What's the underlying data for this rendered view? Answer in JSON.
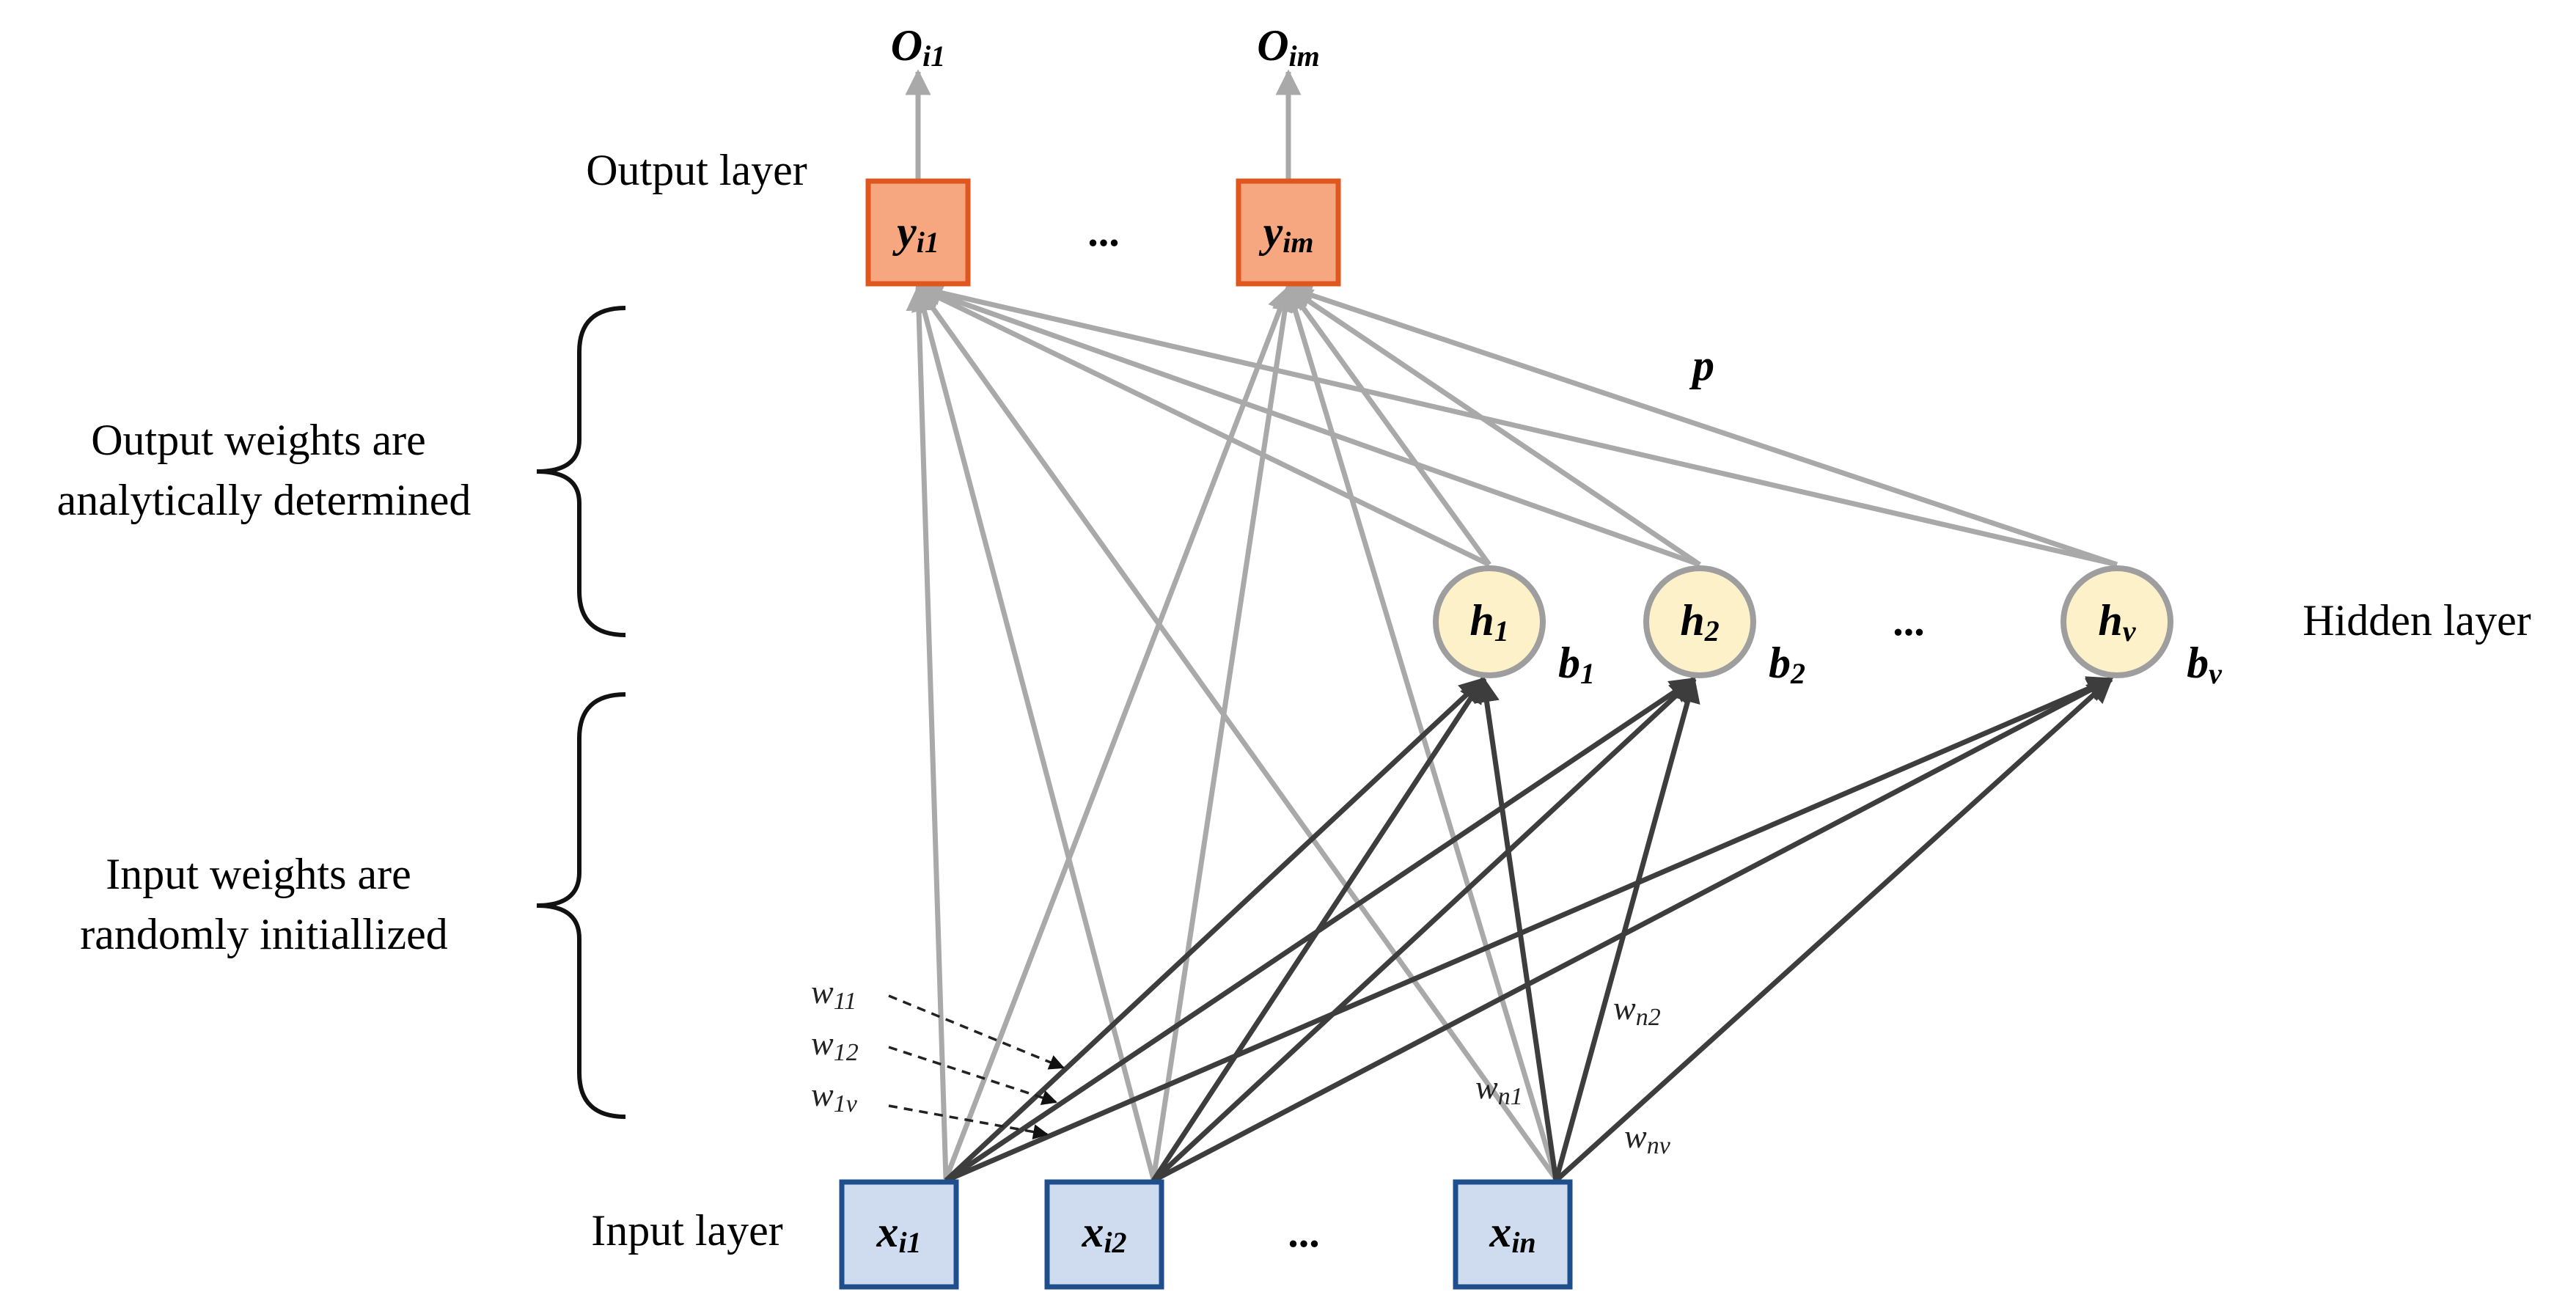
{
  "colors": {
    "output_fill": "#f6a77f",
    "output_stroke": "#e0561f",
    "hidden_fill": "#fdf1c9",
    "hidden_stroke": "#9e9e9e",
    "input_fill": "#cfdcf0",
    "input_stroke": "#1f4e8c",
    "gray_edge": "#a9a9a9",
    "dark_edge": "#3d3d3d"
  },
  "side_labels": {
    "output_layer": "Output layer",
    "hidden_layer": "Hidden layer",
    "input_layer": "Input layer"
  },
  "braces": {
    "output_weights": [
      "Output weights are",
      "analytically determined"
    ],
    "input_weights": [
      "Input weights are",
      "randomly initiallized"
    ]
  },
  "outputs": [
    {
      "main": "O",
      "sub": "i1"
    },
    {
      "main": "O",
      "sub": "im"
    }
  ],
  "output_nodes": [
    {
      "main": "y",
      "sub": "i1"
    },
    {
      "main": "y",
      "sub": "im"
    }
  ],
  "hidden_nodes": [
    {
      "main": "h",
      "sub": "1",
      "bias_main": "b",
      "bias_sub": "1"
    },
    {
      "main": "h",
      "sub": "2",
      "bias_main": "b",
      "bias_sub": "2"
    },
    {
      "main": "h",
      "sub": "v",
      "bias_main": "b",
      "bias_sub": "v"
    }
  ],
  "input_nodes": [
    {
      "main": "x",
      "sub": "i1"
    },
    {
      "main": "x",
      "sub": "i2"
    },
    {
      "main": "x",
      "sub": "in"
    }
  ],
  "ellipsis": "...",
  "p_label": "p",
  "weights": {
    "w11": {
      "main": "w",
      "sub": "11"
    },
    "w12": {
      "main": "w",
      "sub": "12"
    },
    "w1v": {
      "main": "w",
      "sub": "1v"
    },
    "wn1": {
      "main": "w",
      "sub": "n1"
    },
    "wn2": {
      "main": "w",
      "sub": "n2"
    },
    "wnv": {
      "main": "w",
      "sub": "nv"
    }
  }
}
